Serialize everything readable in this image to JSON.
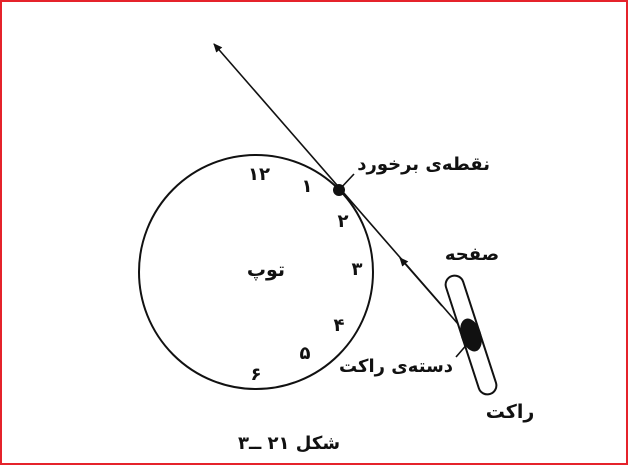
{
  "labels": {
    "impact_point": "نقطه‌ی برخورد",
    "ball": "توپ",
    "face": "صفحه",
    "handle": "دسته‌ی راکت",
    "racket": "راکت",
    "caption": "شکل ۲۱ ــ۳"
  },
  "clock_numbers": [
    "۱۲",
    "۱",
    "۲",
    "۳",
    "۴",
    "۵",
    "۶"
  ],
  "colors": {
    "border": "#e5232b",
    "stroke": "#111111"
  }
}
